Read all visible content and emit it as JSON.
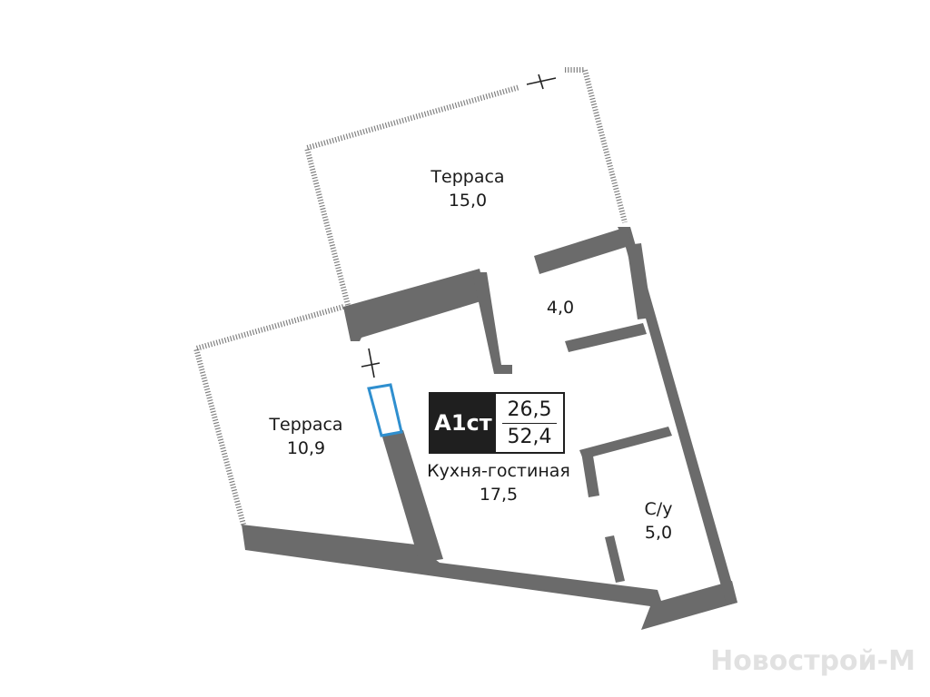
{
  "rooms": [
    {
      "id": "terrace-top",
      "name": "Терраса",
      "area": "15,0"
    },
    {
      "id": "terrace-left",
      "name": "Терраса",
      "area": "10,9"
    },
    {
      "id": "storage",
      "name": "",
      "area": "4,0"
    },
    {
      "id": "kitchen-living",
      "name": "Кухня-гостиная",
      "area": "17,5"
    },
    {
      "id": "bathroom",
      "name": "С/у",
      "area": "5,0"
    }
  ],
  "unit": {
    "code": "А1ст",
    "living_area": "26,5",
    "total_area": "52,4"
  },
  "watermark": "Новострой-М",
  "colors": {
    "wall": "#6b6b6b",
    "railing": "#808080",
    "window": "#2f8fcf",
    "badge": "#1f1f1f"
  }
}
